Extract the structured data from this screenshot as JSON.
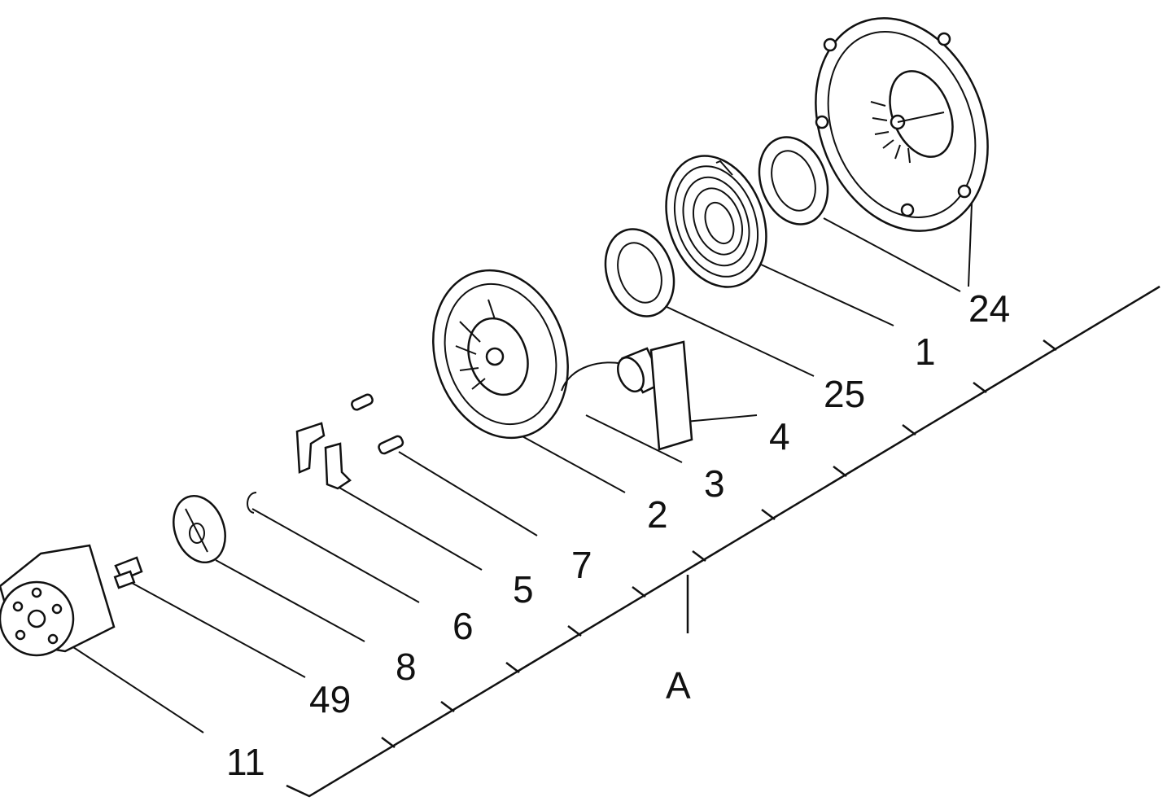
{
  "diagram": {
    "reference_label": "A",
    "parts": [
      {
        "id": "p24",
        "label": "24"
      },
      {
        "id": "p1",
        "label": "1"
      },
      {
        "id": "p25",
        "label": "25"
      },
      {
        "id": "p4",
        "label": "4"
      },
      {
        "id": "p3",
        "label": "3"
      },
      {
        "id": "p2",
        "label": "2"
      },
      {
        "id": "p7",
        "label": "7"
      },
      {
        "id": "p5",
        "label": "5"
      },
      {
        "id": "p6",
        "label": "6"
      },
      {
        "id": "p8",
        "label": "8"
      },
      {
        "id": "p49",
        "label": "49"
      },
      {
        "id": "p11",
        "label": "11"
      }
    ]
  }
}
